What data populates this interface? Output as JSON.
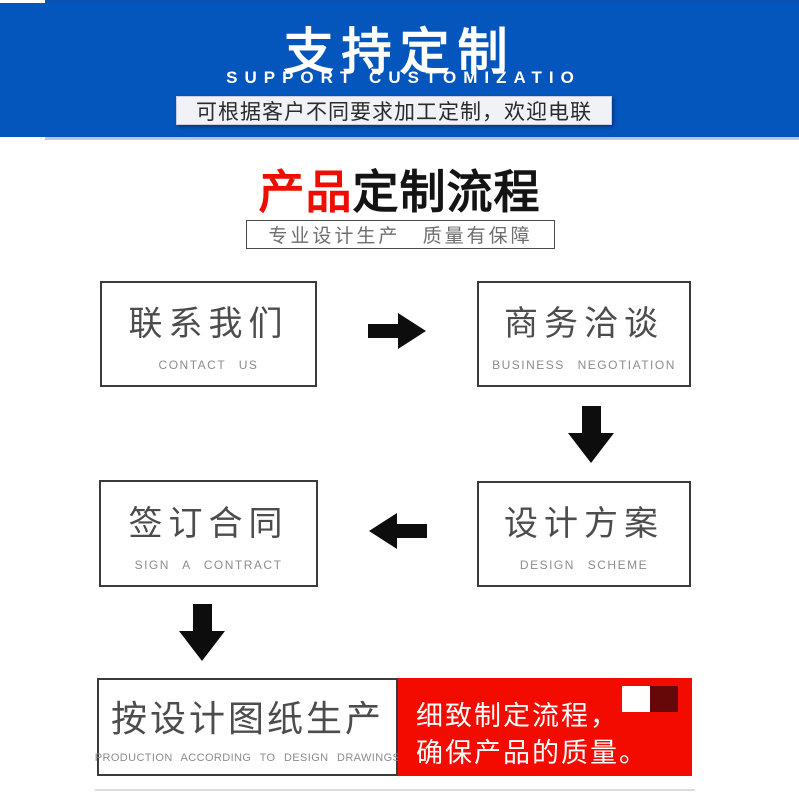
{
  "banner": {
    "title": "支持定制",
    "subtitle": "SUPPORT CUSTOMIZATIO",
    "note": "可根据客户不同要求加工定制，欢迎电联",
    "bg_color": "#0556bc"
  },
  "section": {
    "title_red": "产品",
    "title_black": "定制流程",
    "title_red_color": "#f10c00",
    "tagline": "专业设计生产 质量有保障"
  },
  "flow": {
    "steps": [
      {
        "title": "联系我们",
        "subtitle": "CONTACT US"
      },
      {
        "title": "商务洽谈",
        "subtitle": "BUSINESS NEGOTIATION"
      },
      {
        "title": "设计方案",
        "subtitle": "DESIGN SCHEME"
      },
      {
        "title": "签订合同",
        "subtitle": "SIGN A CONTRACT"
      },
      {
        "title": "按设计图纸生产",
        "subtitle": "PRODUCTION ACCORDING TO DESIGN DRAWINGS"
      }
    ],
    "arrows": [
      "arrow-right-icon",
      "arrow-down-icon",
      "arrow-left-icon",
      "arrow-down-icon"
    ],
    "arrow_color": "#0d0d0d",
    "note": {
      "line1": "细致制定流程，",
      "line2": "确保产品的质量。",
      "bg_color": "#f40b00",
      "accent_square_colors": [
        "#ffffff",
        "#670808"
      ]
    }
  }
}
